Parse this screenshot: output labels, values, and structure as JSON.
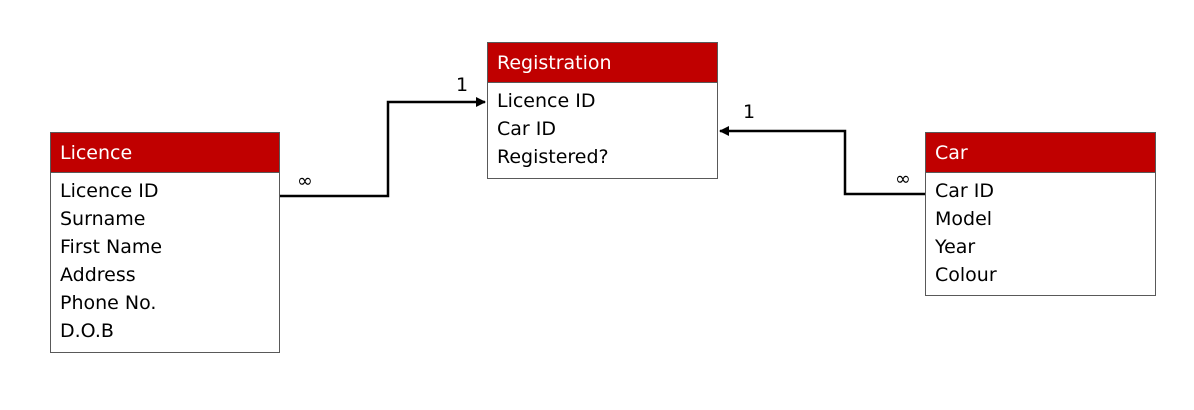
{
  "entities": {
    "licence": {
      "title": "Licence",
      "fields": [
        "Licence ID",
        "Surname",
        "First Name",
        "Address",
        "Phone No.",
        "D.O.B"
      ]
    },
    "registration": {
      "title": "Registration",
      "fields": [
        "Licence ID",
        "Car ID",
        "Registered?"
      ]
    },
    "car": {
      "title": "Car",
      "fields": [
        "Car ID",
        "Model",
        "Year",
        "Colour"
      ]
    }
  },
  "relationships": [
    {
      "from": "licence",
      "to": "registration",
      "from_cardinality": "∞",
      "to_cardinality": "1"
    },
    {
      "from": "car",
      "to": "registration",
      "from_cardinality": "∞",
      "to_cardinality": "1"
    }
  ],
  "colors": {
    "header_fill": "#c00000",
    "header_text": "#ffffff",
    "border": "#595959",
    "connector": "#000000"
  }
}
